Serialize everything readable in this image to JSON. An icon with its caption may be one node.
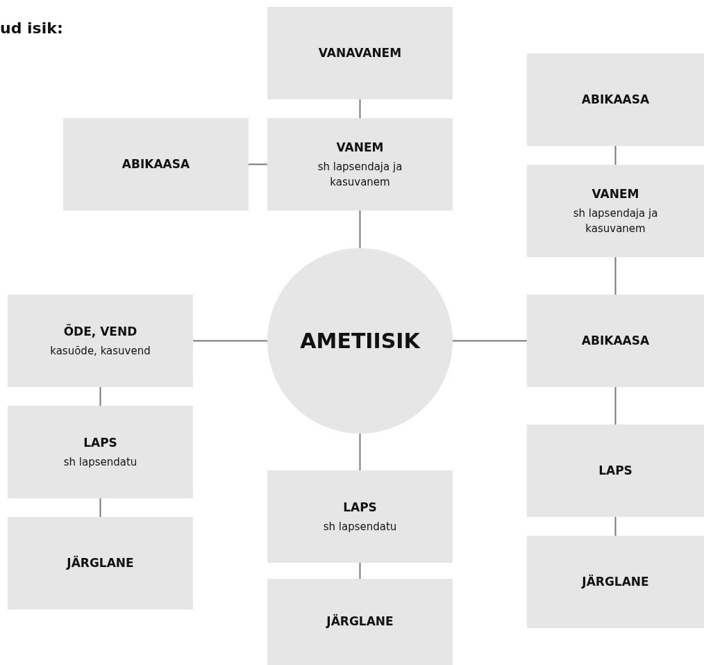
{
  "diagram": {
    "title": "ud isik:",
    "nodes": [
      {
        "text": [
          "VANAVANEM"
        ]
      },
      {
        "text": [
          "ABIKAASA"
        ]
      },
      {
        "text": [
          "ABIKAASA"
        ]
      },
      {
        "text": [
          "VANEM",
          "sh lapsendaja ja kasuvanem"
        ]
      },
      {
        "text": [
          "VANEM",
          "sh lapsendaja ja kasuvanem"
        ]
      },
      {
        "text": [
          "ÕDE, VEND",
          "kasuõde, kasuvend"
        ]
      },
      {
        "text": [
          "AMETIISIK"
        ]
      },
      {
        "text": [
          "ABIKAASA"
        ]
      },
      {
        "text": [
          "LAPS",
          "sh lapsendatu"
        ]
      },
      {
        "text": [
          "LAPS",
          "sh lapsendatu"
        ]
      },
      {
        "text": [
          "LAPS"
        ]
      },
      {
        "text": [
          "JÄRGLANE"
        ]
      },
      {
        "text": [
          "JÄRGLANE"
        ]
      },
      {
        "text": [
          "JÄRGLANE"
        ]
      }
    ],
    "edges": [
      {
        "from": 0,
        "to": 3,
        "arrow": "none"
      },
      {
        "from": 2,
        "to": 3,
        "arrow": "none"
      },
      {
        "from": 3,
        "to": 6,
        "arrow": "none"
      },
      {
        "from": 1,
        "to": 4,
        "arrow": "none"
      },
      {
        "from": 4,
        "to": 7,
        "arrow": "none"
      },
      {
        "from": 5,
        "to": 6,
        "arrow": "none"
      },
      {
        "from": 6,
        "to": 7,
        "arrow": "none"
      },
      {
        "from": 5,
        "to": 8,
        "arrow": "none"
      },
      {
        "from": 8,
        "to": 11,
        "arrow": "none"
      },
      {
        "from": 6,
        "to": 9,
        "arrow": "none"
      },
      {
        "from": 9,
        "to": 12,
        "arrow": "none"
      },
      {
        "from": 7,
        "to": 10,
        "arrow": "none"
      },
      {
        "from": 10,
        "to": 13,
        "arrow": "none"
      }
    ]
  }
}
